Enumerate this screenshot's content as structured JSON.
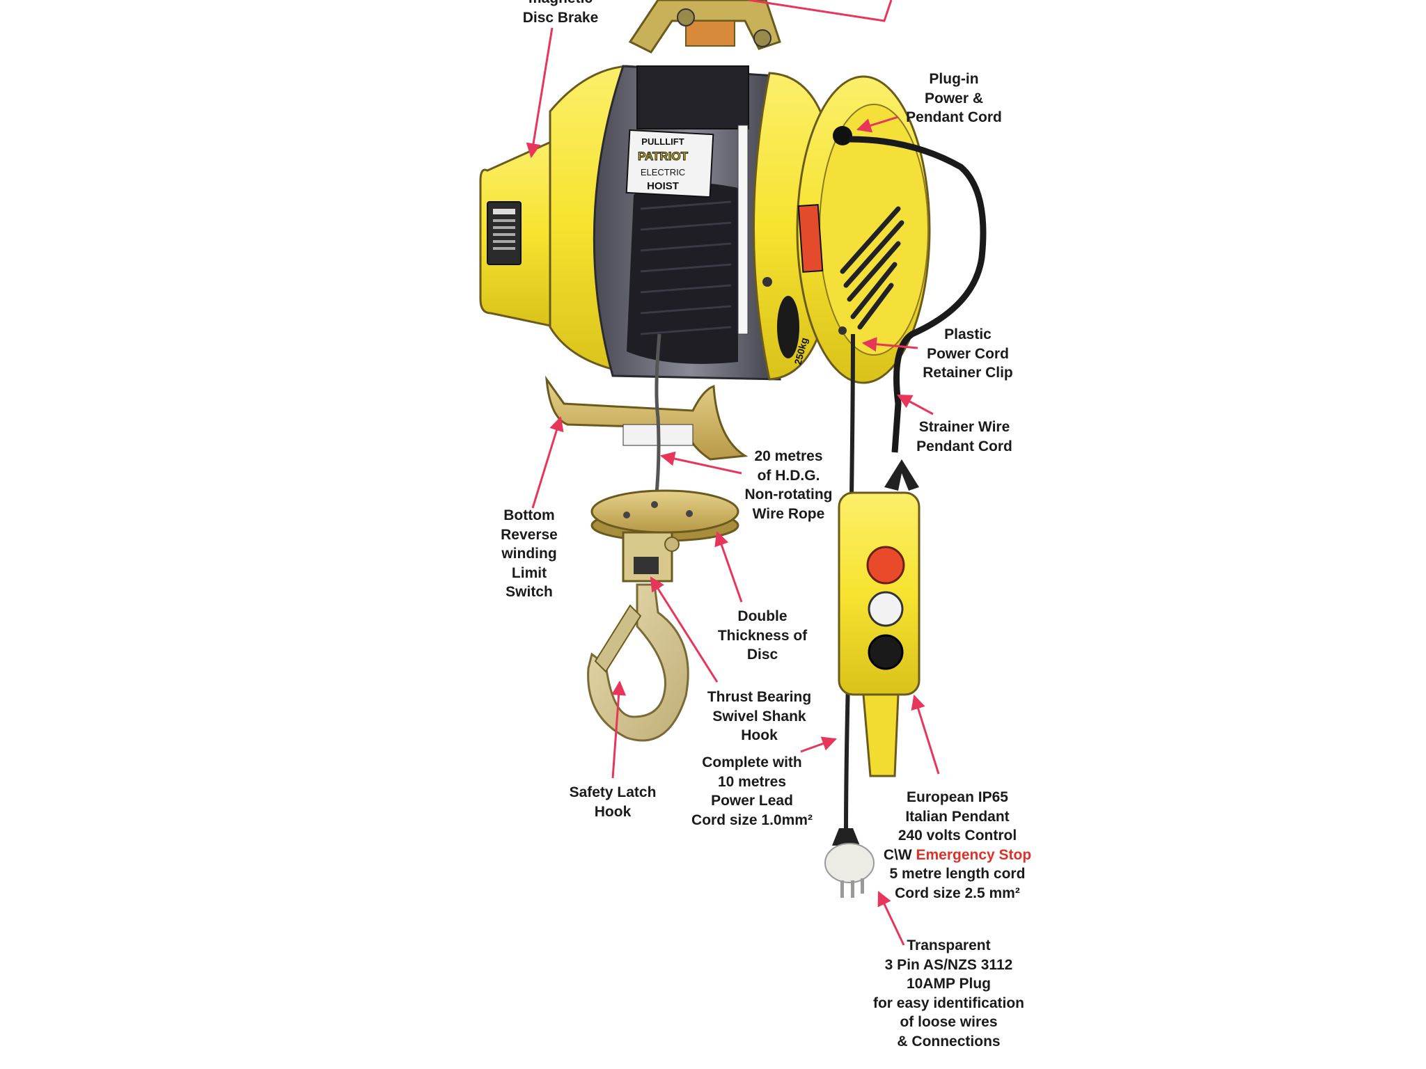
{
  "colors": {
    "hoist_yellow": "#f7e63a",
    "leader_pink": "#e8355a",
    "emergency_red": "#e0302a",
    "text": "#1a1a1a"
  },
  "labels": {
    "magnetic_brake": [
      "magnetic",
      "Disc Brake"
    ],
    "plug_in_cord": [
      "Plug-in",
      "Power &",
      "Pendant Cord"
    ],
    "retainer_clip": [
      "Plastic",
      "Power Cord",
      "Retainer Clip"
    ],
    "strainer_wire": [
      "Strainer Wire",
      "Pendant Cord"
    ],
    "wire_rope": [
      "20 metres",
      "of H.D.G.",
      "Non-rotating",
      "Wire Rope"
    ],
    "limit_switch": [
      "Bottom",
      "Reverse",
      "winding",
      "Limit",
      "Switch"
    ],
    "double_disc": [
      "Double",
      "Thickness of",
      "Disc"
    ],
    "thrust_bearing": [
      "Thrust Bearing",
      "Swivel Shank",
      "Hook"
    ],
    "power_lead": [
      "Complete with",
      "10 metres",
      "Power Lead",
      "Cord size 1.0mm²"
    ],
    "safety_latch": [
      "Safety Latch",
      "Hook"
    ],
    "pendant": {
      "line1": "European IP65",
      "line2": "Italian Pendant",
      "line3": "240 volts Control",
      "line4_prefix": "C\\W ",
      "line4_emphasis": "Emergency Stop",
      "line5": "5 metre length cord",
      "line6": "Cord size 2.5 mm²"
    },
    "plug": [
      "Transparent",
      "3 Pin AS/NZS 3112",
      "10AMP Plug",
      "for easy identification",
      "of loose wires",
      "& Connections"
    ]
  },
  "hoist": {
    "brand": "PULLLIFT",
    "model": "PATRIOT",
    "line1": "ELECTRIC",
    "line2": "HOIST",
    "capacity": "250kg"
  }
}
